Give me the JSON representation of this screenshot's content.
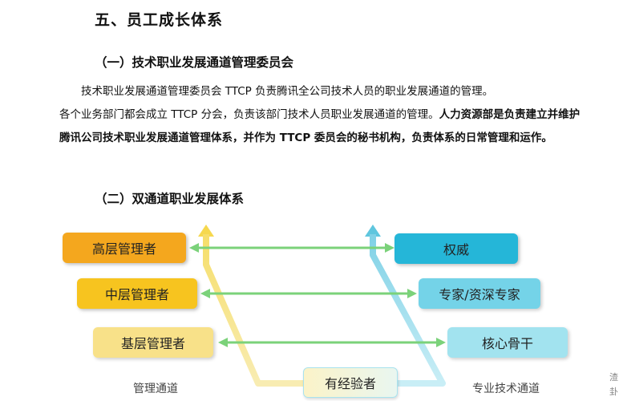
{
  "heading": "五、员工成长体系",
  "section1": {
    "title": "（一）技术职业发展通道管理委员会",
    "para_line1": "技术职业发展通道管理委员会 TTCP 负责腾讯全公司技术人员的职业发展通道的管理。",
    "para_line2": "各个业务部门都会成立 TTCP 分会，负责该部门技术人员职业发展通道的管理。",
    "para_bold": "人力资源部是负责建立并维护腾讯公司技术职业发展通道管理体系，并作为 TTCP 委员会的秘书机构，负责体系的日常管理和运作。"
  },
  "section2": {
    "title": "（二）双通道职业发展体系"
  },
  "diagram": {
    "management_levels": [
      "高层管理者",
      "中层管理者",
      "基层管理者"
    ],
    "technical_levels": [
      "权威",
      "专家/资深专家",
      "核心骨干"
    ],
    "entry": "有经验者",
    "left_caption": "管理通道",
    "right_caption": "专业技术通道",
    "colors": {
      "mgmt_top": "#f4a71e",
      "mgmt_mid": "#f7c41f",
      "mgmt_low": "#f8e189",
      "tech_top": "#25b6d8",
      "tech_mid": "#74d3e8",
      "tech_low": "#a2e3ef",
      "arrow_green": "#7bd27a",
      "mgmt_path": "#f6e27a",
      "tech_path": "#8ad7e8"
    }
  },
  "edge_fragment": [
    "渣",
    "卦"
  ]
}
